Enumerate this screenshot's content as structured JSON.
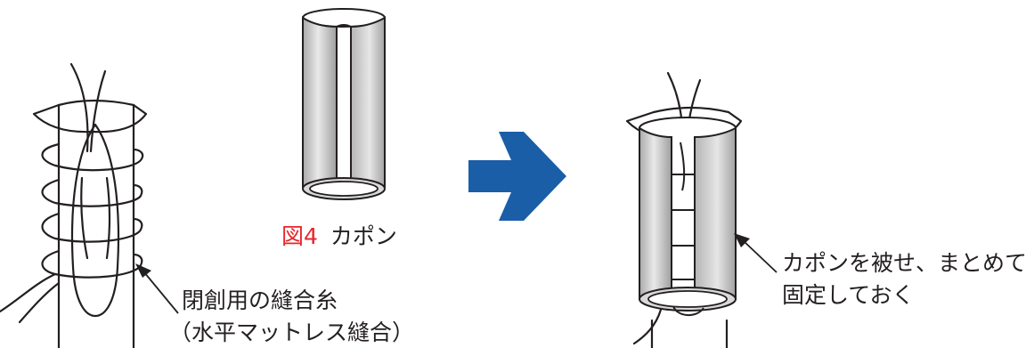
{
  "figure": {
    "number": "図4",
    "caption": "カポン"
  },
  "labels": {
    "suture_line1": "閉創用の縫合糸",
    "suture_line2": "（水平マットレス縫合）",
    "result_line1": "カポンを被せ、まとめて",
    "result_line2": "固定しておく"
  },
  "colors": {
    "arrow": "#1a5ea8",
    "figure_number": "#e8262b",
    "tube_fill": "#c4c4c4",
    "tube_highlight": "#ececec",
    "line": "#231f20"
  },
  "icons": {
    "transition": "right-arrow-icon"
  }
}
